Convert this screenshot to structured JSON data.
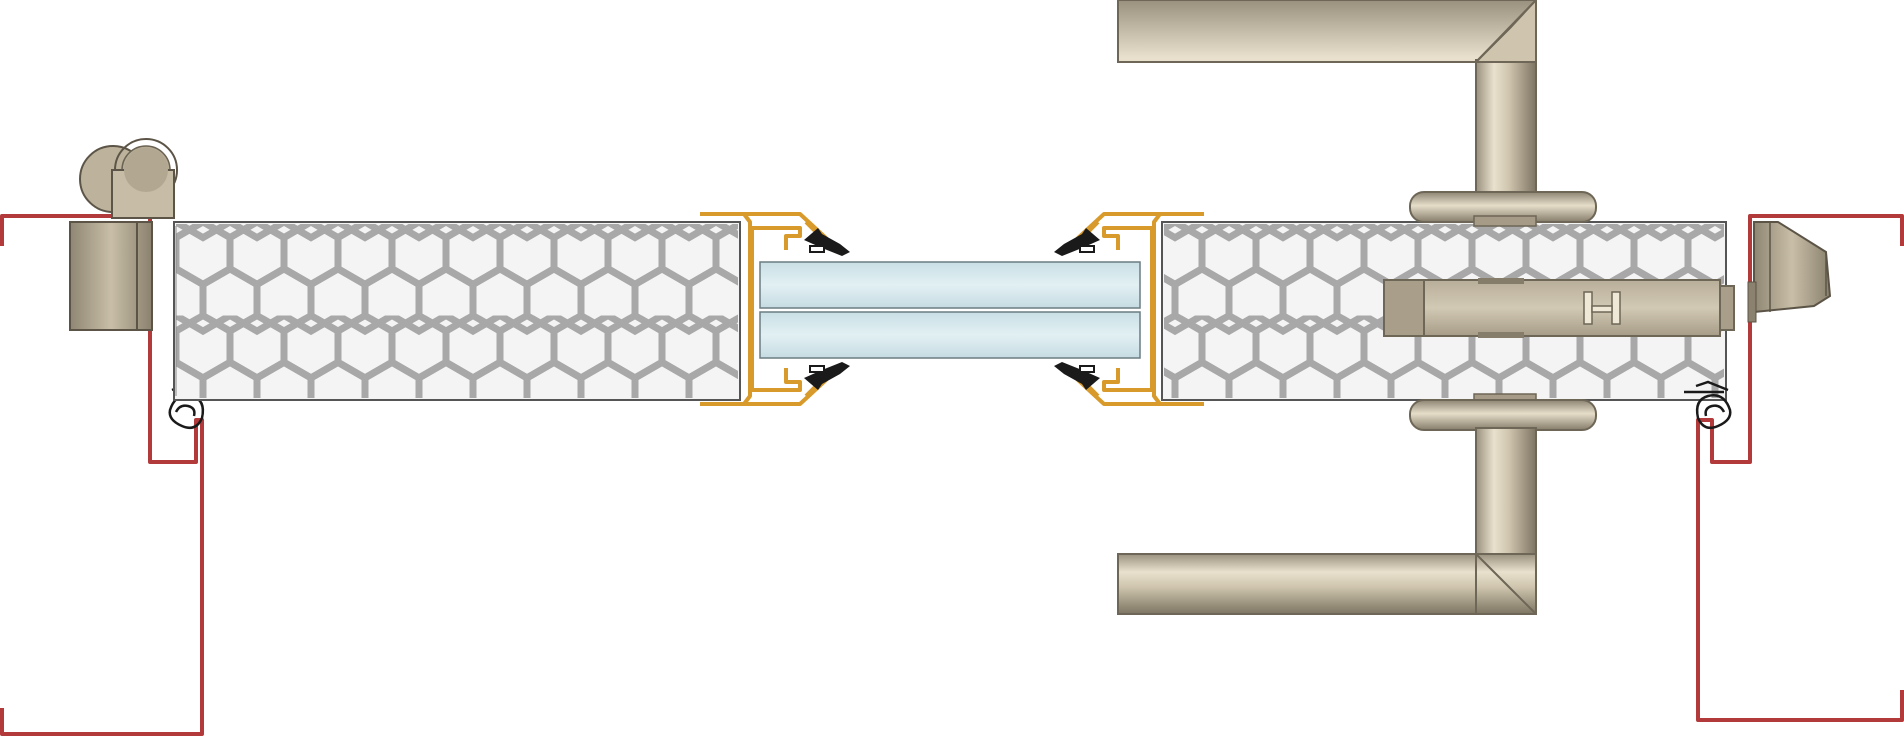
{
  "diagram": {
    "type": "door-cross-section",
    "labels": [],
    "colors": {
      "background": "#ffffff",
      "frame_red": "#b23a3a",
      "panel_fill": "#f4f4f4",
      "panel_outline": "#555555",
      "honeycomb": "#a8a8a8",
      "aluminium_profile": "#e0a030",
      "glass": "#d3e7ec",
      "gasket": "#1a1a1a",
      "steel_handle_light": "#e6ddc8",
      "steel_handle_dark": "#8a8170"
    },
    "components": [
      "frame-left",
      "hinge",
      "door-leaf-left",
      "glazing-bead-profile-left",
      "double-glazing",
      "glazing-bead-profile-right",
      "door-leaf-right",
      "lever-handle-top",
      "rosette-top",
      "lock-body",
      "rosette-bottom",
      "lever-handle-bottom",
      "frame-right",
      "strike-plate"
    ]
  }
}
